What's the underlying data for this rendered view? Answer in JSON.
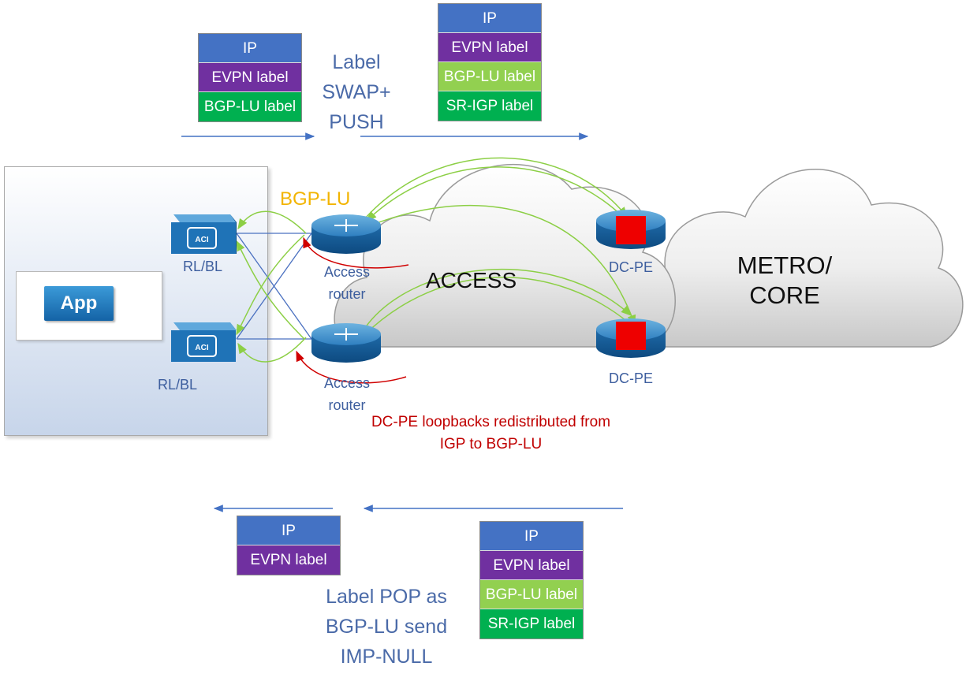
{
  "top_left_stack": [
    "IP",
    "EVPN label",
    "BGP-LU label"
  ],
  "top_right_stack": [
    "IP",
    "EVPN label",
    "BGP-LU label",
    "SR-IGP label"
  ],
  "bottom_left_stack": [
    "IP",
    "EVPN label"
  ],
  "bottom_right_stack": [
    "IP",
    "EVPN label",
    "BGP-LU label",
    "SR-IGP label"
  ],
  "label_colors": {
    "IP": "#4472c4",
    "EVPN label": "#7030a0",
    "BGP-LU label light": "#92d050",
    "BGP-LU label dark": "#00b050",
    "SR-IGP label": "#00b050"
  },
  "top_annotation": "Label SWAP+ PUSH",
  "bottom_annotation": "Label POP as BGP-LU send IMP-NULL",
  "bgp_lu_label": "BGP-LU",
  "access_cloud_label": "ACCESS",
  "metro_cloud_label": "METRO/ CORE",
  "app_label": "App",
  "leaf_top_label": "RL/BL",
  "leaf_bottom_label": "RL/BL",
  "access_router_top_label": "Access router",
  "access_router_bottom_label": "Access router",
  "dcpe_top_label": "DC-PE",
  "dcpe_bottom_label": "DC-PE",
  "redistribution_note": "DC-PE loopbacks redistributed from IGP to BGP-LU",
  "icons": [
    "aci-switch-icon",
    "router-icon",
    "cloud-icon",
    "arrow-icon"
  ]
}
